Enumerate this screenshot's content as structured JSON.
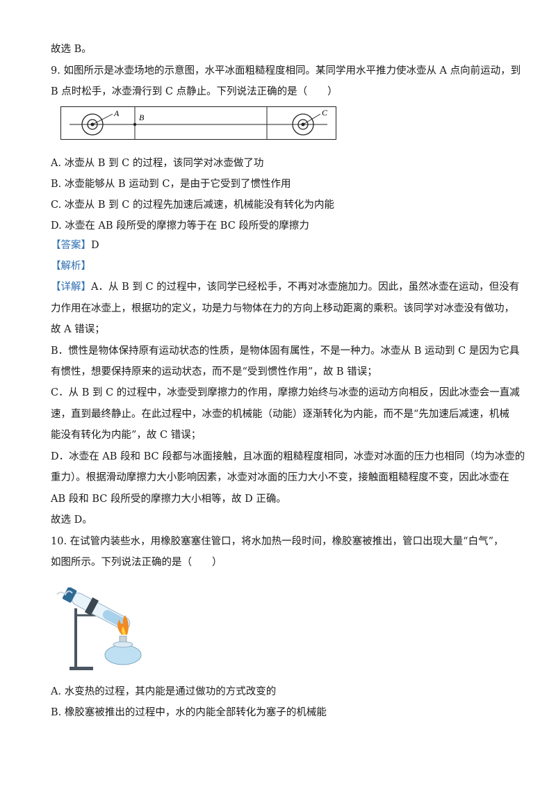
{
  "lines": {
    "l0": "故选 B。",
    "q9a": "9. 如图所示是冰壶场地的示意图，水平冰面粗糙程度相同。某同学用水平推力使冰壶从 A 点向前运动，到",
    "q9b": "B 点时松手，冰壶滑行到 C 点静止。下列说法正确的是（　　）",
    "optA": "A.  冰壶从 B 到 C 的过程，该同学对冰壶做了功",
    "optB": "B.  冰壶能够从 B 运动到 C，是由于它受到了惯性作用",
    "optC": "C.  冰壶从 B 到 C 的过程先加速后减速，机械能没有转化为内能",
    "optD": "D.  冰壶在 AB 段所受的摩擦力等于在 BC 段所受的摩擦力",
    "ans_tag": "【答案】",
    "ans_val": "D",
    "jx_tag": "【解析】",
    "xj_tag": "【详解】",
    "e1": "A．从 B 到 C 的过程中，该同学已经松手，不再对冰壶施加力。因此，虽然冰壶在运动，但没有",
    "e2": "力作用在冰壶上，根据功的定义，功是力与物体在力的方向上移动距离的乘积。该同学对冰壶没有做功，",
    "e3": "故 A 错误；",
    "e4": "B．惯性是物体保持原有运动状态的性质，是物体固有属性，不是一种力。冰壶从 B 运动到 C 是因为它具",
    "e5": "有惯性，想要保持原来的运动状态，而不是“受到惯性作用”，故 B 错误；",
    "e6": "C．从 B 到 C 的过程中，冰壶受到摩擦力的作用，摩擦力始终与冰壶的运动方向相反，因此冰壶会一直减",
    "e7": "速，直到最终静止。在此过程中，冰壶的机械能（动能）逐渐转化为内能，而不是“先加速后减速，机械",
    "e8": "能没有转化为内能”，故 C 错误；",
    "e9": "D．冰壶在 AB 段和 BC 段都与冰面接触，且冰面的粗糙程度相同，冰壶对冰面的压力也相同（均为冰壶的",
    "e10": "重力）。根据滑动摩擦力大小影响因素，冰壶对冰面的压力大小不变，接触面粗糙程度不变，因此冰壶在",
    "e11": "AB 段和 BC 段所受的摩擦力大小相等，故 D 正确。",
    "e12": "故选 D。",
    "q10a": "10. 在试管内装些水，用橡胶塞塞住管口，将水加热一段时间，橡胶塞被推出，管口出现大量“白气”，",
    "q10b": "如图所示。下列说法正确的是（　　）",
    "o10A": "A.  水变热的过程，其内能是通过做功的方式改变的",
    "o10B": "B.  橡胶塞被推出的过程中，水的内能全部转化为塞子的机械能"
  },
  "figure1": {
    "label_a": "A",
    "label_b": "B",
    "label_c": "C"
  }
}
